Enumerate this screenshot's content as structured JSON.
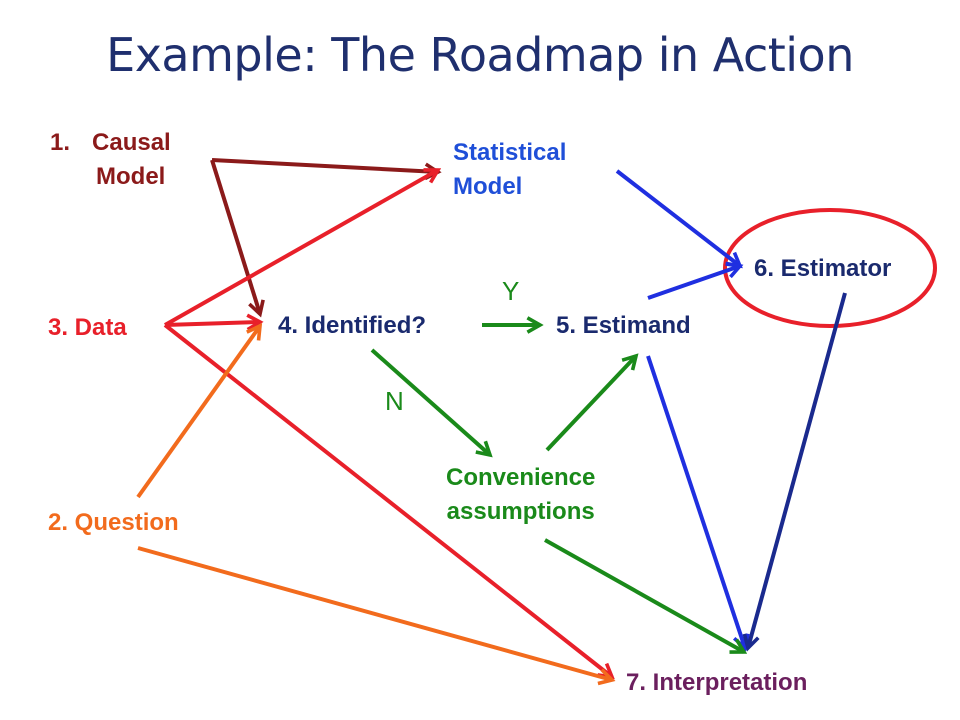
{
  "title": "Example: The Roadmap in Action",
  "nodes": {
    "causal_number": "1.",
    "causal_line1": "Causal",
    "causal_line2": "Model",
    "statistical_line1": "Statistical",
    "statistical_line2": "Model",
    "data": "3. Data",
    "question": "2. Question",
    "identified": "4. Identified?",
    "estimand": "5. Estimand",
    "estimator": "6. Estimator",
    "convenience_line1": "Convenience",
    "convenience_line2": "assumptions",
    "interpretation": "7. Interpretation"
  },
  "edge_labels": {
    "yes": "Y",
    "no": "N"
  },
  "colors": {
    "title": "#1f2f6e",
    "causal": "#8b1a1a",
    "data": "#e8202a",
    "question": "#f26b1d",
    "statistical": "#1f4fd8",
    "identified": "#1a2a6e",
    "green": "#1a8a1a",
    "interpretation": "#6b1f5e",
    "circle": "#e8202a"
  }
}
